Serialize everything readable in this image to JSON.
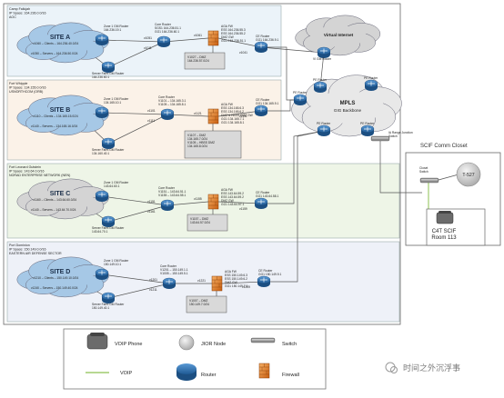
{
  "sites": [
    {
      "header": [
        "Camp Fallujah",
        "IP Space: 164.236.0.0/16",
        "AOC"
      ],
      "name": "SITE A",
      "vlans": [
        "v1060 – Clients – 164.236.40.0/24",
        "v1050 – Servers – 164.236.50.0/24"
      ],
      "zone_router": [
        "Zone 1 GM Router",
        "164.236.19.1"
      ],
      "core_router": [
        "Core Router",
        "SGS1 164.236.51.1",
        "GG1 164.236.60.1"
      ],
      "fw": [
        "AGA FW",
        "ESS 164.236.55.3",
        "ESS 164.236.55.2",
        "DMZ GW",
        "GG1 164.236.51.1"
      ],
      "dmz": [
        "V1027 – DMZ",
        "164.236.57.0/24"
      ],
      "ce_router": [
        "CE Router",
        "GG1 164.236.9.1"
      ],
      "server_router": [
        "Server Farm GM Router",
        "164.236.60.1"
      ],
      "vlan_tags": [
        "v1051",
        "v1011",
        "v1061",
        "v1041"
      ]
    },
    {
      "header": [
        "Fort Whipple",
        "IP Space: 134.155.0.0/16",
        "USNORTHCOM (ORB)"
      ],
      "name": "SITE B",
      "vlans": [
        "v1110 – Clients – 134.165.15.0/24",
        "v1140 – Servers – 134.165.16.0/24"
      ],
      "zone_router": [
        "Zone 1 GM Router",
        "134.165.10.1"
      ],
      "core_router": [
        "Core Router",
        "V1101 – 134.165.3.1",
        "V1105 – 134.165.8.1"
      ],
      "fw": [
        "AGA FW",
        "ESS 134.165.6.3",
        "ESS 134.165.6.2",
        "DMZ & HBSS DMZ GW",
        "GG1 134.165.7.1",
        "GG1 134.165.8.1"
      ],
      "dmz": [
        "V1107 – DMZ",
        "134.165.7.0/24",
        "V1105 – HBSS DMZ",
        "134.165.8.0/24"
      ],
      "ce_router": [
        "CE Router",
        "GG1 134.165.9.1"
      ],
      "server_router": [
        "Server Farm GM Router",
        "134.160.40.1"
      ],
      "vlan_tags": [
        "v1101",
        "v1111",
        "v1121",
        "v1131"
      ]
    },
    {
      "header": [
        "Fort Leonard Gutstein",
        "IP Space: 143.64.0.0/16",
        "NORAD ENTERPRISE NETWORK (NEN)"
      ],
      "name": "SITE C",
      "vlans": [
        "v1160 – Clients – 143.64.60.0/24",
        "v1140 – Servers – 143.64.70.0/24"
      ],
      "zone_router": [
        "Zone 1 GM Router",
        "143.64.60.1"
      ],
      "core_router": [
        "Core Router",
        "V1151 – 143.64.51.1",
        "V1155 – 143.64.55.1"
      ],
      "fw": [
        "AGA FW",
        "ESS 143.64.59.2",
        "ESS 143.64.59.2",
        "DMZ GW",
        "GG1 143.64.57.1"
      ],
      "dmz": [
        "V1157 – DMZ",
        "143.64.57.0/24"
      ],
      "ce_router": [
        "CE Router",
        "GG1 143.64.58.1"
      ],
      "server_router": [
        "Server Farm GM Router",
        "143.64.70.1"
      ],
      "vlan_tags": [
        "v1151",
        "v1161",
        "v1155",
        "v1159"
      ]
    },
    {
      "header": [
        "Port Dominion",
        "IP Space: 150.149.0.0/16",
        "EASTERN AIR DEFENSE SECTOR"
      ],
      "name": "SITE D",
      "vlans": [
        "v1210 – Clients – 150.149.10.0/24",
        "v1240 – Servers – 150.149.40.0/24"
      ],
      "zone_router": [
        "Zone 1 GM Router",
        "150.149.10.1"
      ],
      "core_router": [
        "Core Router",
        "V1201 – 150.149.1.1",
        "V1005 – 150.149.5.1"
      ],
      "fw": [
        "AGA FW",
        "ESS 150.149.6.3",
        "ESS 150.149.6.2",
        "DMZ GW",
        "GG1 150.149.7.1"
      ],
      "dmz": [
        "V1007 – DMZ",
        "150.149.7.0/24"
      ],
      "ce_router": [
        "CE Router",
        "GG1 150.149.9.1"
      ],
      "server_router": [
        "Server Farm GM Router",
        "150.149.40.1"
      ],
      "vlan_tags": [
        "v1201",
        "v1211",
        "v1221",
        "v1209"
      ]
    }
  ],
  "internet": {
    "label": "Virtual Internet",
    "router": "VI GM Router"
  },
  "mpls": {
    "line1": "MPLS",
    "line2": "GIG Backbone",
    "pe_labels": [
      "PE Router",
      "PE Router",
      "PE Router",
      "PE Router",
      "PE Router"
    ]
  },
  "junction": [
    "IA Range Junction",
    "Switch"
  ],
  "closet": {
    "title": "SCIF Comm Closet",
    "switch_label": [
      "Closet",
      "Switch"
    ],
    "jior": "T-527",
    "phone_label": [
      "C4T SCIF",
      "Room 113"
    ]
  },
  "legend": {
    "voip_phone": "VOIP Phone",
    "jior_node": "JIOR Node",
    "switch": "Switch",
    "voip": "VOIP",
    "router": "Router",
    "firewall": "Firewall"
  },
  "watermark": "时间之外沉浮事",
  "colors": {
    "router": "#2f73b4",
    "firewall": "#e57c20",
    "cloud_blue": "#a6c8e6",
    "cloud_gray": "#d4d4d4",
    "voip_line": "#8cc152"
  }
}
